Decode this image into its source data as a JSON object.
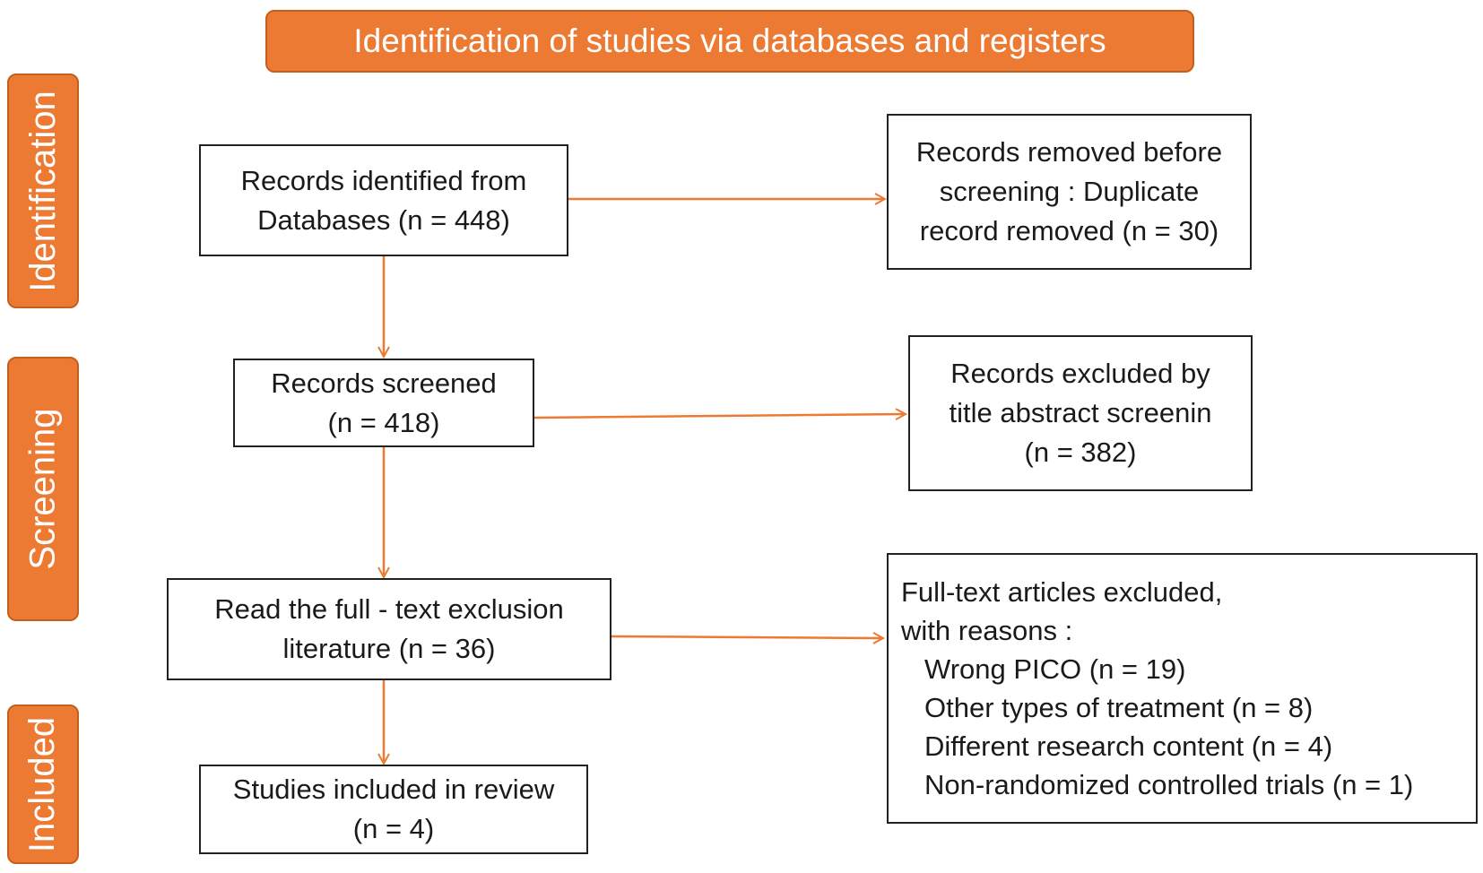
{
  "header": {
    "title": "Identification of studies via databases and registers"
  },
  "stages": {
    "identification": "Identification",
    "screening": "Screening",
    "included": "Included"
  },
  "boxes": {
    "identified": {
      "lines": [
        "Records identified from",
        "Databases (n = 448)"
      ]
    },
    "removed": {
      "lines": [
        "Records removed before",
        "screening : Duplicate",
        "record removed (n = 30)"
      ]
    },
    "screened": {
      "lines": [
        "Records screened",
        "(n = 418)"
      ]
    },
    "excluded": {
      "lines": [
        "Records excluded by",
        "title abstract screenin",
        "(n = 382)"
      ]
    },
    "fulltext": {
      "lines": [
        "Read the full - text exclusion",
        "literature (n = 36)"
      ]
    },
    "fulltext_excluded": {
      "lines": [
        "Full-text articles excluded,",
        "with reasons :"
      ],
      "reasons": [
        "Wrong PICO (n = 19)",
        "Other types of treatment (n = 8)",
        "Different research content (n = 4)",
        "Non-randomized controlled trials (n = 1)"
      ]
    },
    "included": {
      "lines": [
        "Studies included in review",
        "(n = 4)"
      ]
    }
  },
  "colors": {
    "accent": "#ec7a33",
    "border": "#222222",
    "arrow": "#ec7a33"
  }
}
